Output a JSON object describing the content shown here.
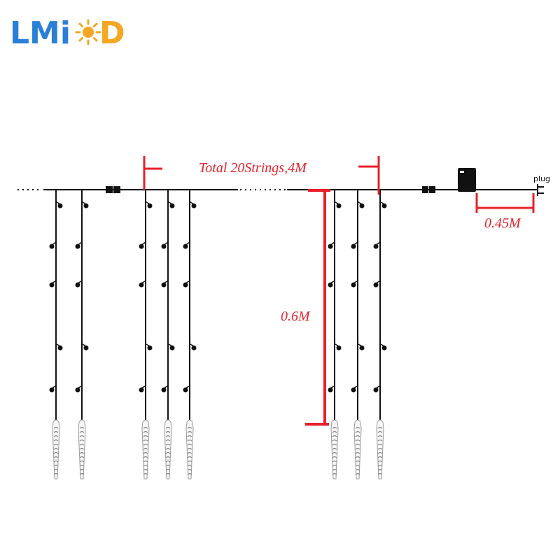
{
  "logo": {
    "text_left": "LMi",
    "text_right": "D",
    "brand_blue": "#2a7fd6",
    "brand_orange": "#f5a623"
  },
  "diagram": {
    "total_label": "Total 20Strings,4M",
    "drop_label": "0.6M",
    "lead_label": "0.45M",
    "plug_label": "plug",
    "dimension_color": "#e8202a",
    "wire_color": "#111111"
  }
}
